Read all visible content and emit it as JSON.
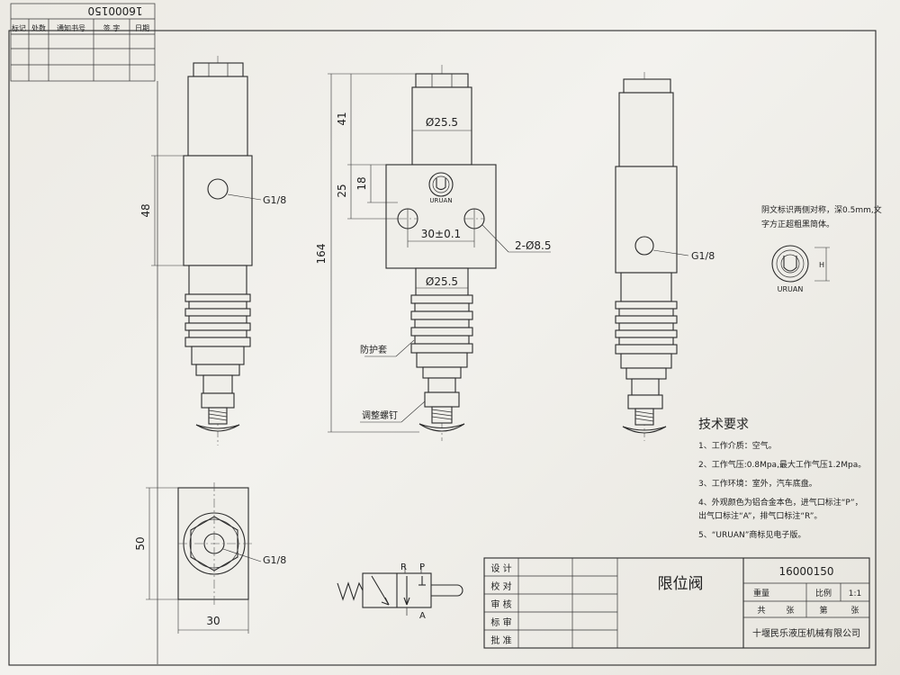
{
  "rev_block": {
    "drawing_number_inverted": "16000150",
    "headers": [
      "标记",
      "处数",
      "通知书号",
      "签 字",
      "日期"
    ]
  },
  "views": {
    "front": {
      "dims": {
        "top_height": "41",
        "body_height": "25",
        "port_offset": "18",
        "total_height": "164",
        "shank_diameter_top": "Ø25.5",
        "shank_diameter_bottom": "Ø25.5",
        "hole_spacing": "30±0.1",
        "mounting_holes": "2-Ø8.5"
      },
      "labels": {
        "boot": "防护套",
        "adjust_screw": "调整螺钉"
      },
      "logo_text": "URUAN"
    },
    "left_side": {
      "dim_height": "48",
      "port_label": "G1/8"
    },
    "right_side": {
      "port_label": "G1/8"
    },
    "bottom": {
      "dim_height": "50",
      "dim_width": "30",
      "port_label": "G1/8"
    }
  },
  "logo_note": {
    "text_line1": "阴文标识两侧对称，深0.5mm,文",
    "text_line2": "字方正超粗黑简体。",
    "logo_text": "URUAN",
    "dim_label": "H"
  },
  "tech_requirements": {
    "title": "技术要求",
    "items": [
      "1、工作介质：空气。",
      "2、工作气压:0.8Mpa,最大工作气压1.2Mpa。",
      "3、工作环境：室外，汽车底盘。",
      "4、外观颜色为铝合金本色，进气口标注“P”，",
      "出气口标注“A”，排气口标注“R”。",
      "5、“URUAN”商标见电子版。"
    ]
  },
  "symbol": {
    "R": "R",
    "P": "P",
    "A": "A"
  },
  "title_block": {
    "roles": [
      "设 计",
      "校 对",
      "审 核",
      "标 审",
      "批 准"
    ],
    "part_name": "限位阀",
    "drawing_number": "16000150",
    "weight_label": "重量",
    "scale_label": "比例",
    "scale_value": "1:1",
    "total_label": "共",
    "sheet_unit1": "张",
    "page_label": "第",
    "sheet_unit2": "张",
    "company": "十堰民乐液压机械有限公司"
  }
}
